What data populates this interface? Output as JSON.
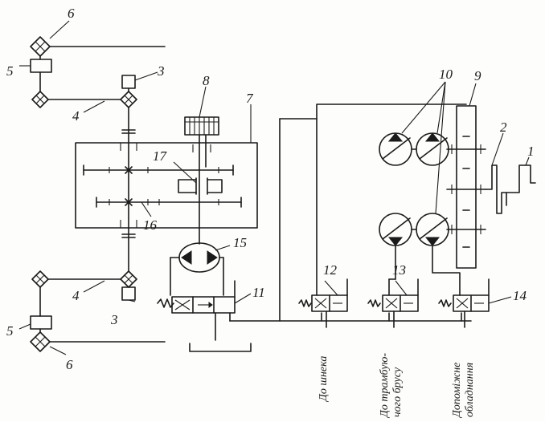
{
  "labels": {
    "n1": "1",
    "n2": "2",
    "n3a": "3",
    "n3b": "3",
    "n4a": "4",
    "n4b": "4",
    "n5a": "5",
    "n5b": "5",
    "n6a": "6",
    "n6b": "6",
    "n7": "7",
    "n8": "8",
    "n9": "9",
    "n10": "10",
    "n11": "11",
    "n12": "12",
    "n13": "13",
    "n14": "14",
    "n15": "15",
    "n16": "16",
    "n17": "17"
  },
  "outputs": {
    "auger": "До шнека",
    "beam_line1": "До трамбую-",
    "beam_line2": "чого брусу",
    "aux_line1": "Допоміжне",
    "aux_line2": "обладнання"
  }
}
